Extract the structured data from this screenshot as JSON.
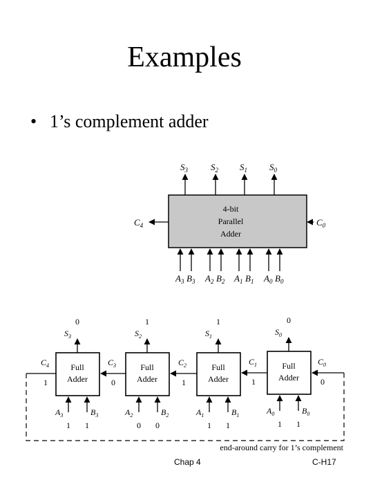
{
  "slide": {
    "title": "Examples",
    "bullet_symbol": "•",
    "bullet_text": "1’s complement adder",
    "footer_left": "Chap 4",
    "footer_right": "C-H17"
  },
  "top_block": {
    "line1": "4-bit",
    "line2": "Parallel",
    "line3": "Adder",
    "carry_out": "C",
    "carry_out_sub": "4",
    "carry_in": "C",
    "carry_in_sub": "0",
    "fill_color": "#c8c8c8",
    "outputs": [
      {
        "letter": "S",
        "sub": "3"
      },
      {
        "letter": "S",
        "sub": "2"
      },
      {
        "letter": "S",
        "sub": "1"
      },
      {
        "letter": "S",
        "sub": "0"
      }
    ],
    "inputs": [
      {
        "letter": "A",
        "sub": "3"
      },
      {
        "letter": "B",
        "sub": "3"
      },
      {
        "letter": "A",
        "sub": "2"
      },
      {
        "letter": "B",
        "sub": "2"
      },
      {
        "letter": "A",
        "sub": "1"
      },
      {
        "letter": "B",
        "sub": "1"
      },
      {
        "letter": "A",
        "sub": "0"
      },
      {
        "letter": "B",
        "sub": "0"
      }
    ]
  },
  "ripple": {
    "cells": [
      {
        "line1": "Full",
        "line2": "Adder",
        "sum_letter": "S",
        "sum_sub": "3",
        "sum_value": "0",
        "a_letter": "A",
        "a_sub": "3",
        "b_letter": "B",
        "b_sub": "3",
        "a_value": "1",
        "b_value": "1",
        "cout_letter": "C",
        "cout_sub": "4",
        "cout_value": "1"
      },
      {
        "line1": "Full",
        "line2": "Adder",
        "sum_letter": "S",
        "sum_sub": "2",
        "sum_value": "1",
        "a_letter": "A",
        "a_sub": "2",
        "b_letter": "B",
        "b_sub": "2",
        "a_value": "0",
        "b_value": "0",
        "cout_letter": "C",
        "cout_sub": "3",
        "cout_value": "0"
      },
      {
        "line1": "Full",
        "line2": "Adder",
        "sum_letter": "S",
        "sum_sub": "1",
        "sum_value": "1",
        "a_letter": "A",
        "a_sub": "1",
        "b_letter": "B",
        "b_sub": "1",
        "a_value": "1",
        "b_value": "1",
        "cout_letter": "C",
        "cout_sub": "2",
        "cout_value": "1"
      },
      {
        "line1": "Full",
        "line2": "Adder",
        "sum_letter": "S",
        "sum_sub": "0",
        "sum_value": "0",
        "a_letter": "A",
        "a_sub": "0",
        "b_letter": "B",
        "b_sub": "0",
        "a_value": "1",
        "b_value": "1",
        "cout_letter": "C",
        "cout_sub": "1",
        "cout_value": "1"
      }
    ],
    "carry_in_letter": "C",
    "carry_in_sub": "0",
    "carry_in_value": "0",
    "end_around_caption": "end-around carry for 1’s complement"
  }
}
